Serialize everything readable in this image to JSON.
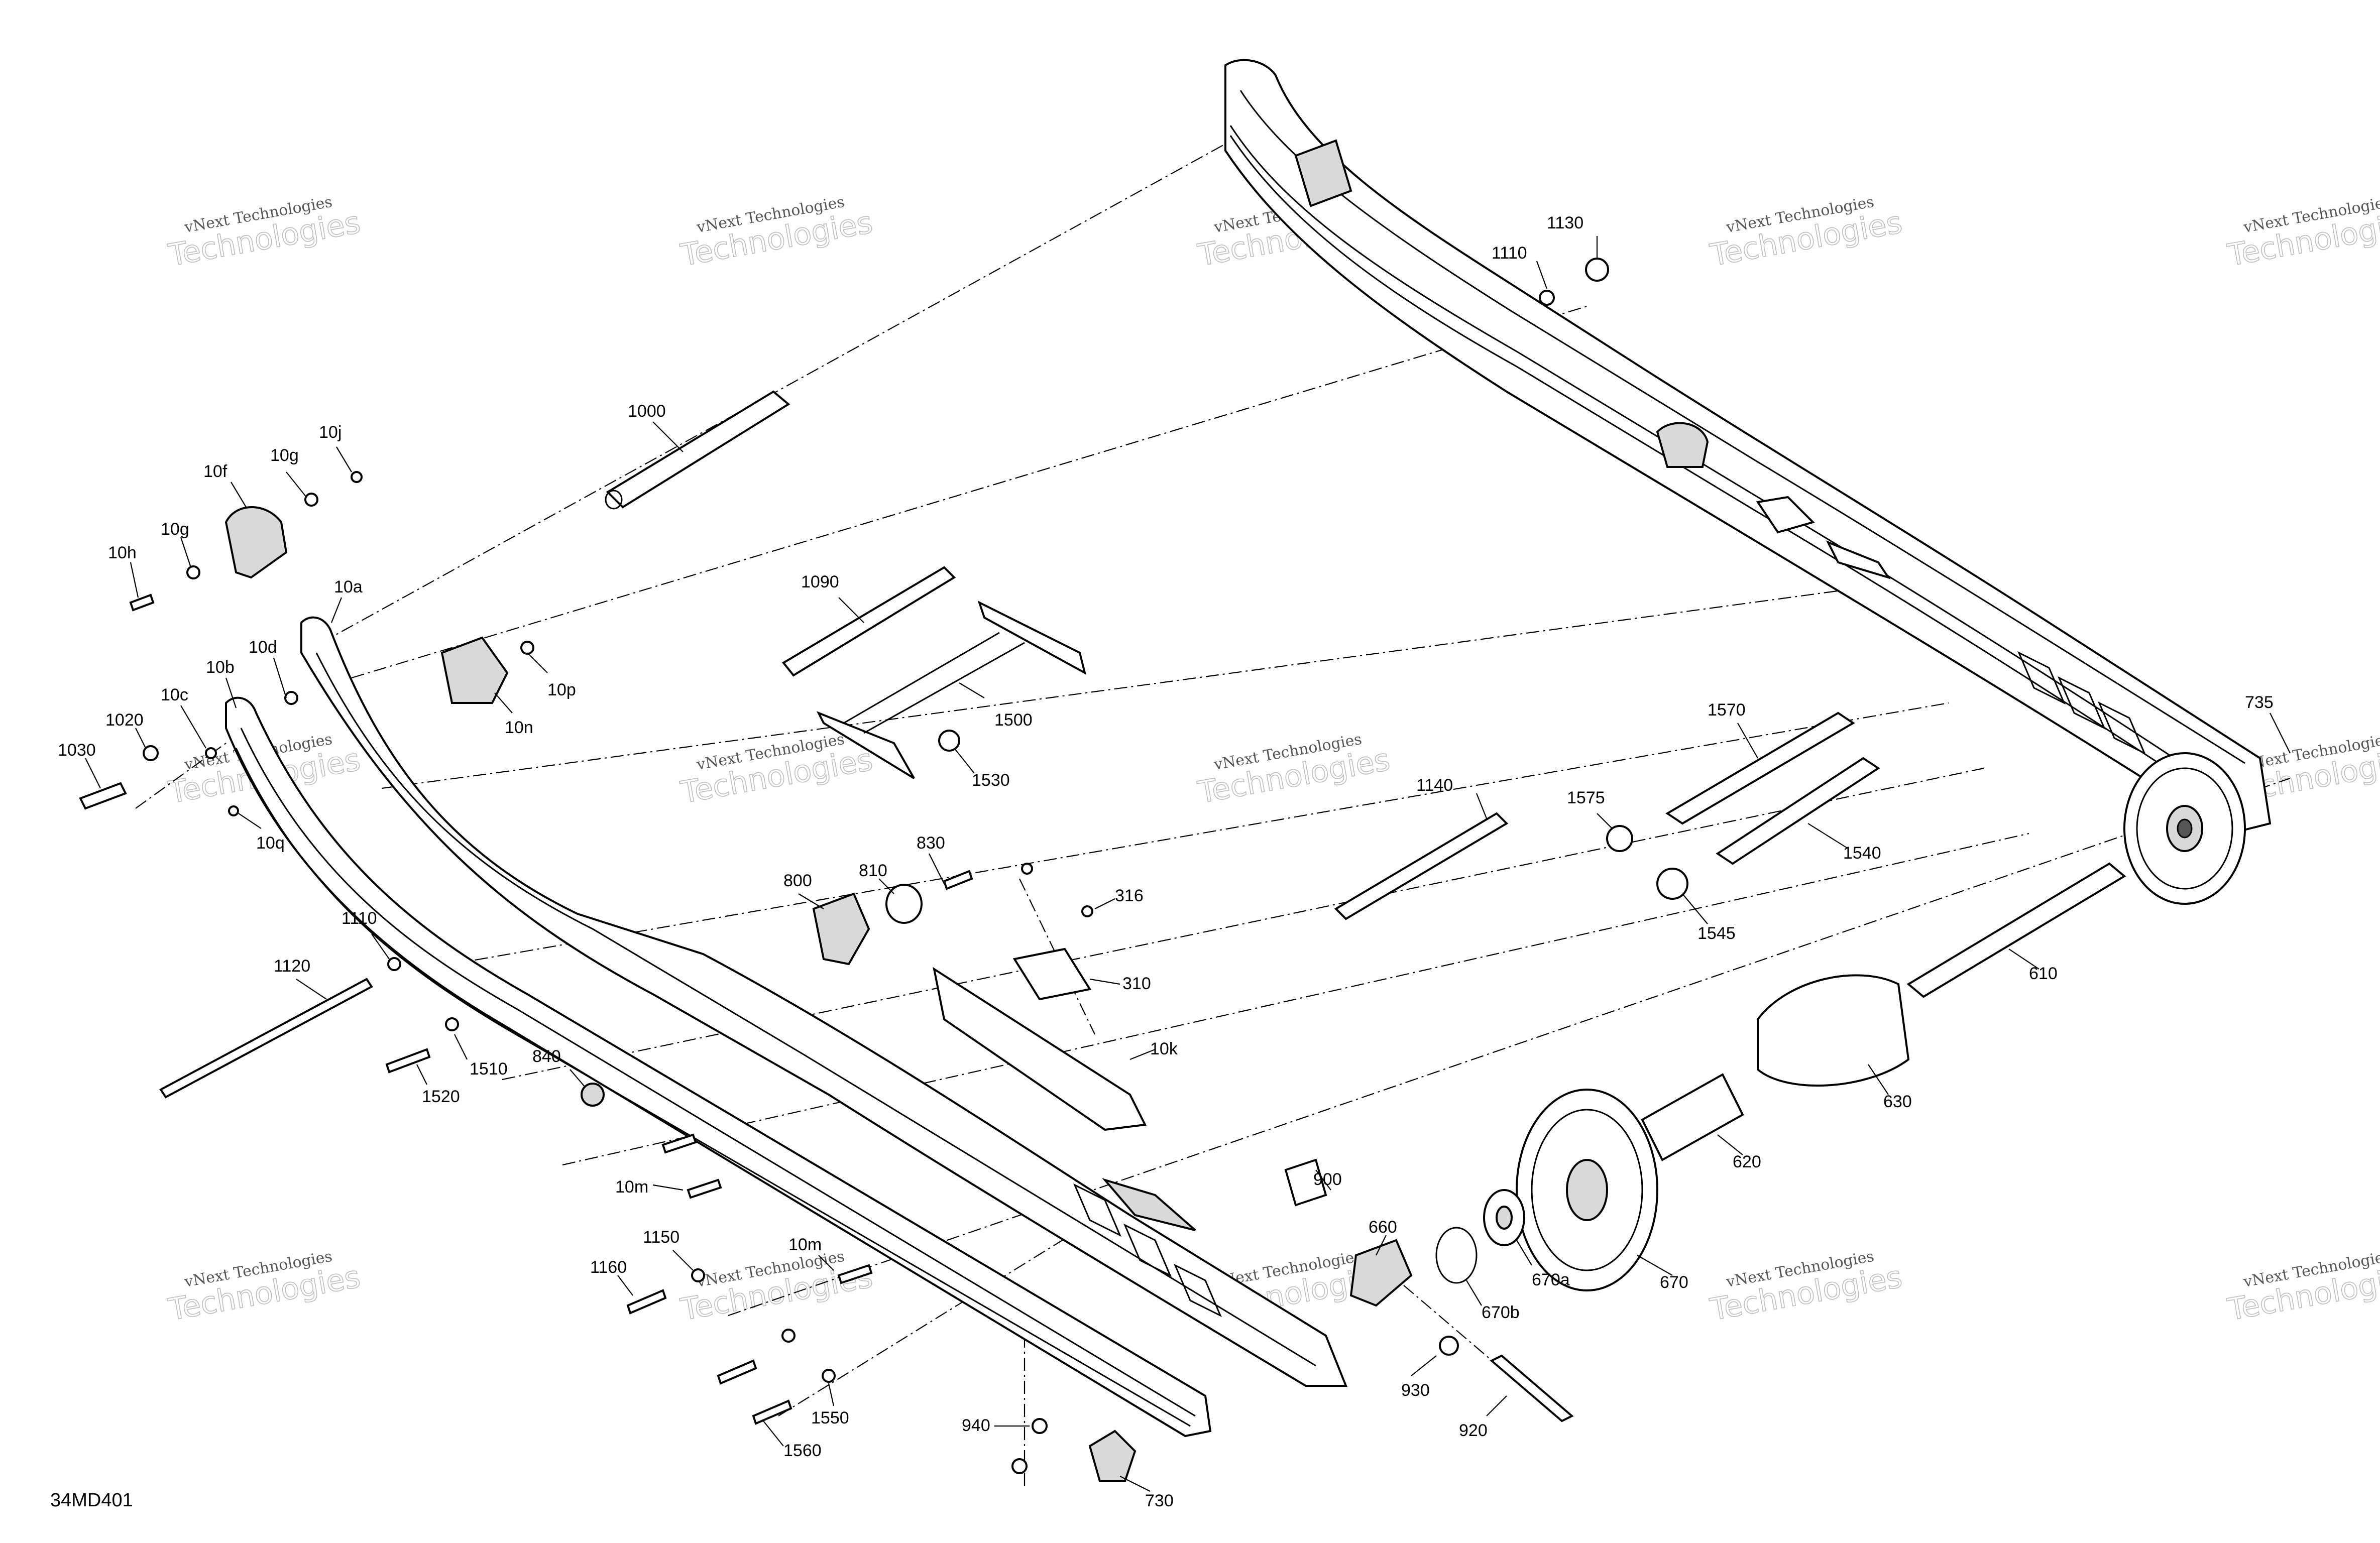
{
  "drawing_id": "34MD401",
  "watermark": {
    "line1": "vNext Technologies",
    "line2": "Technologies",
    "line3": "vNext"
  },
  "callouts": [
    "1000",
    "10j",
    "10g",
    "10f",
    "10g",
    "10h",
    "10a",
    "10d",
    "10b",
    "10c",
    "1020",
    "1030",
    "10q",
    "10p",
    "10n",
    "1090",
    "1500",
    "1530",
    "830",
    "810",
    "800",
    "316",
    "310",
    "10k",
    "1110",
    "1130",
    "1140",
    "1575",
    "1570",
    "1540",
    "1545",
    "735",
    "610",
    "630",
    "620",
    "670",
    "670a",
    "670b",
    "660",
    "900",
    "930",
    "920",
    "1120",
    "1110",
    "1510",
    "1520",
    "840",
    "10m",
    "1150",
    "10m",
    "1160",
    "1550",
    "1560",
    "940",
    "730"
  ]
}
